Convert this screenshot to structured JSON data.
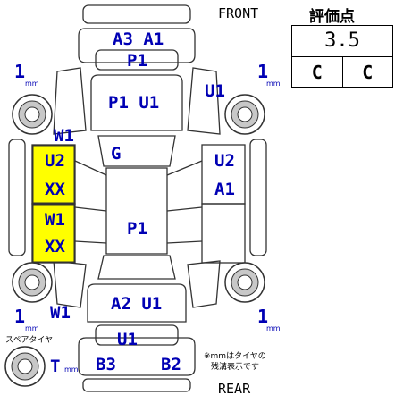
{
  "header": {
    "front": "FRONT",
    "rear": "REAR"
  },
  "grade": {
    "title": "評価点",
    "score": "3.5",
    "interior": "C",
    "exterior": "C"
  },
  "codes": {
    "front_bumper": "A3 A1",
    "front_plate": "P1",
    "hood": "P1  U1",
    "right_front_fender": "U1",
    "left_front_fender_w1": "W1",
    "windshield": "G",
    "roof": "P1",
    "left_front_door_1": "U2",
    "left_front_door_2": "XX",
    "left_rear_door_1": "W1",
    "left_rear_door_2": "XX",
    "right_front_door_1": "U2",
    "right_front_door_2": "A1",
    "trunk": "A2  U1",
    "left_rear_w1": "W1",
    "rear_plate": "U1",
    "rear_bumper_left": "B3",
    "rear_bumper_right": "B2",
    "spare_tire": "T"
  },
  "tread": {
    "front_left": "1",
    "front_right": "1",
    "rear_left": "1",
    "rear_right": "1",
    "spare": "mm",
    "unit": "mm"
  },
  "spare_label": "スペアタイヤ",
  "tread_note": [
    "※mmはタイヤの",
    "残溝表示です"
  ],
  "colors": {
    "code": "#0000b4",
    "highlight": "#ffff00",
    "line": "#333333"
  }
}
